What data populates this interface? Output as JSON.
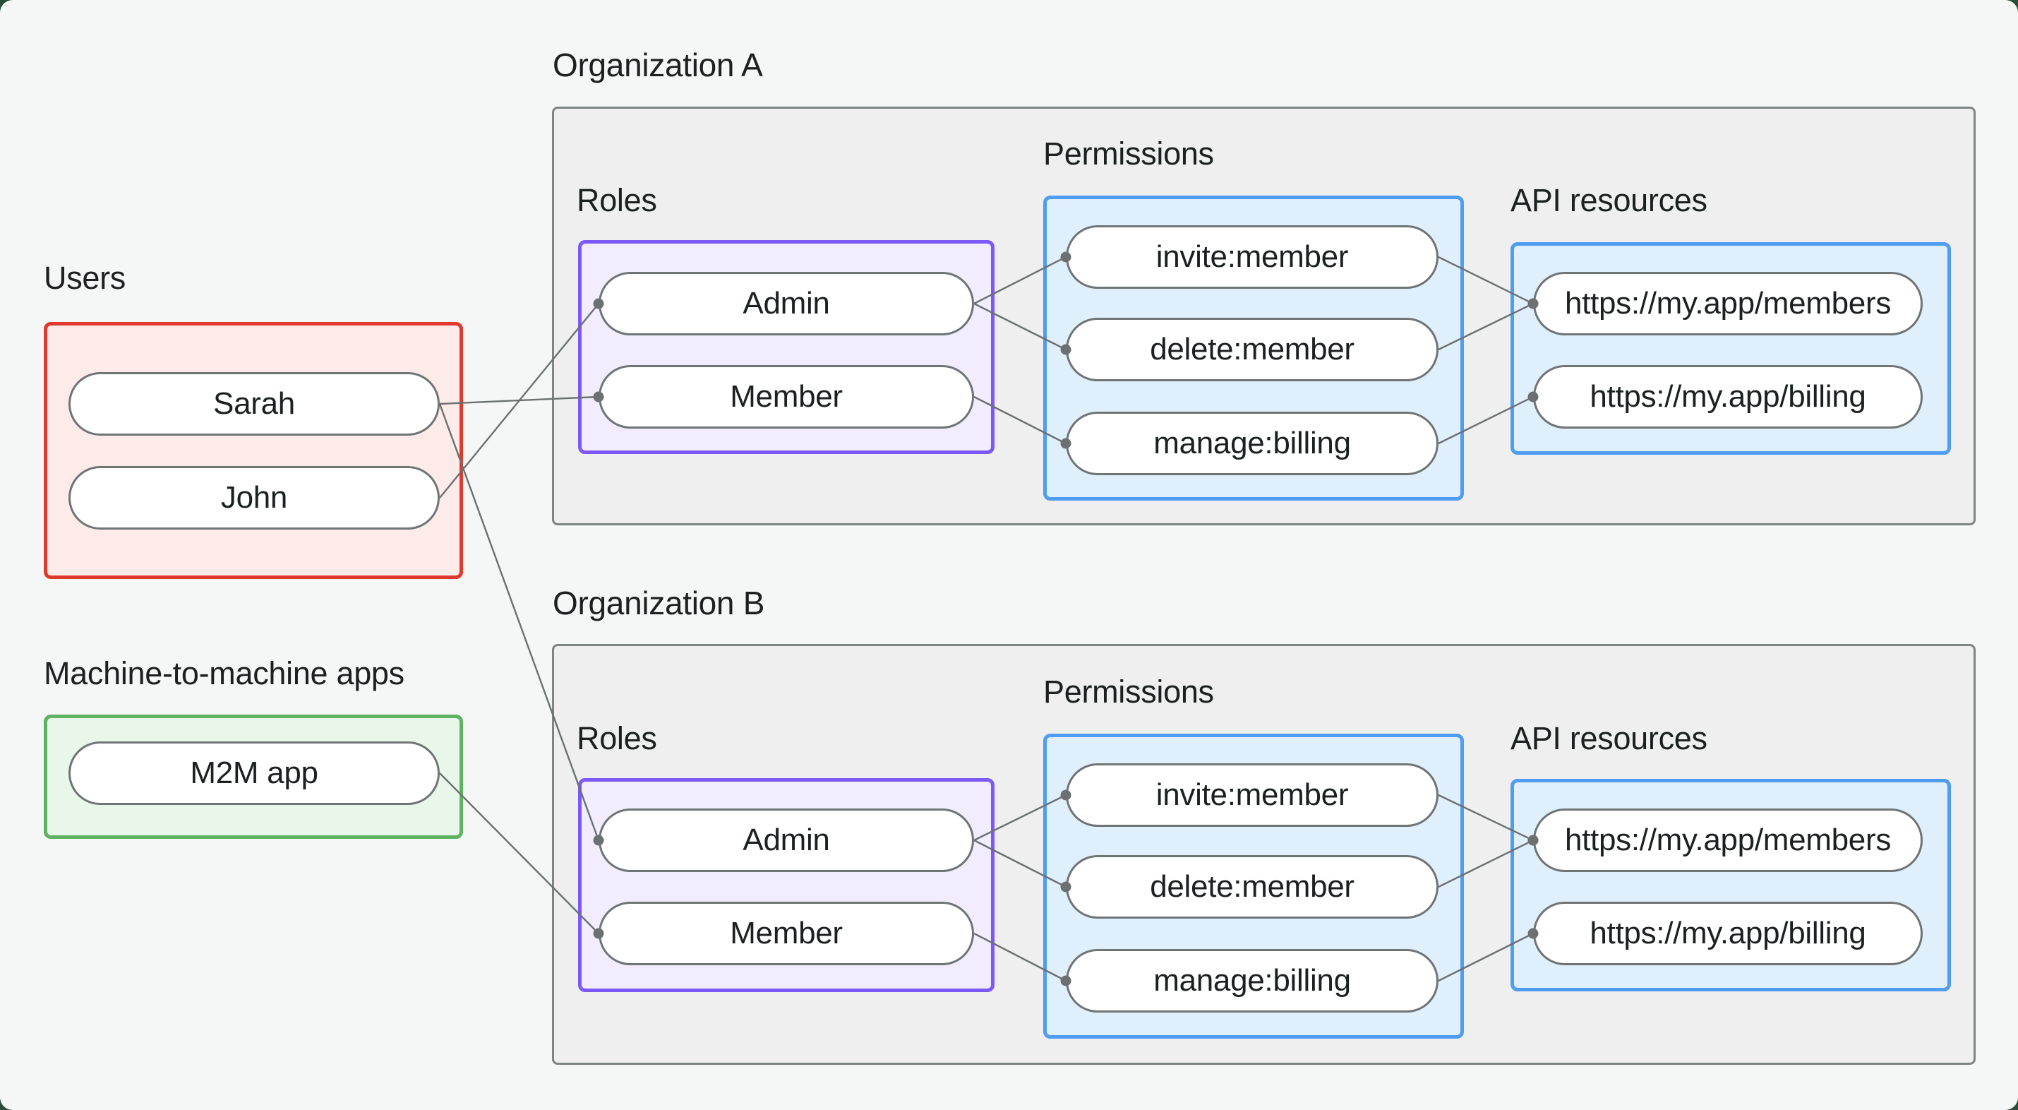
{
  "colors": {
    "page_bg": "#f5f7f6",
    "outer_bg": "#2c4c3b",
    "org_box_fill": "#eeefee",
    "org_box_border": "#7e8384",
    "users_fill": "#fcebe9",
    "users_border": "#e03a2e",
    "m2m_fill": "#e9f6ea",
    "m2m_border": "#5db361",
    "roles_fill": "#f2edfe",
    "roles_border": "#7d58f8",
    "blue_fill": "#e0effc",
    "blue_border": "#4f9cf3",
    "pill_border": "#6f7475",
    "connector": "#6b7071",
    "text": "#1d2021"
  },
  "groups": {
    "users": {
      "label": "Users"
    },
    "m2m": {
      "label": "Machine-to-machine apps"
    },
    "orgA": {
      "title": "Organization A",
      "roles_label": "Roles",
      "permissions_label": "Permissions",
      "api_label": "API resources"
    },
    "orgB": {
      "title": "Organization B",
      "roles_label": "Roles",
      "permissions_label": "Permissions",
      "api_label": "API resources"
    }
  },
  "nodes": {
    "sarah": "Sarah",
    "john": "John",
    "m2m_app": "M2M app",
    "adminA": "Admin",
    "memberA": "Member",
    "inviteA": "invite:member",
    "deleteA": "delete:member",
    "manageA": "manage:billing",
    "membersA": "https://my.app/members",
    "billingA": "https://my.app/billing",
    "adminB": "Admin",
    "memberB": "Member",
    "inviteB": "invite:member",
    "deleteB": "delete:member",
    "manageB": "manage:billing",
    "membersB": "https://my.app/members",
    "billingB": "https://my.app/billing"
  },
  "edges": [
    {
      "from": "sarah",
      "to": "memberA"
    },
    {
      "from": "john",
      "to": "adminA"
    },
    {
      "from": "sarah",
      "to": "adminB"
    },
    {
      "from": "m2m_app",
      "to": "memberB"
    },
    {
      "from": "adminA",
      "to": "inviteA"
    },
    {
      "from": "adminA",
      "to": "deleteA"
    },
    {
      "from": "memberA",
      "to": "manageA"
    },
    {
      "from": "inviteA",
      "to": "membersA"
    },
    {
      "from": "deleteA",
      "to": "membersA"
    },
    {
      "from": "manageA",
      "to": "billingA"
    },
    {
      "from": "adminB",
      "to": "inviteB"
    },
    {
      "from": "adminB",
      "to": "deleteB"
    },
    {
      "from": "memberB",
      "to": "manageB"
    },
    {
      "from": "inviteB",
      "to": "membersB"
    },
    {
      "from": "deleteB",
      "to": "membersB"
    },
    {
      "from": "manageB",
      "to": "billingB"
    }
  ],
  "connector_style": {
    "line_width": 2.4,
    "dot_radius": 7.5
  }
}
